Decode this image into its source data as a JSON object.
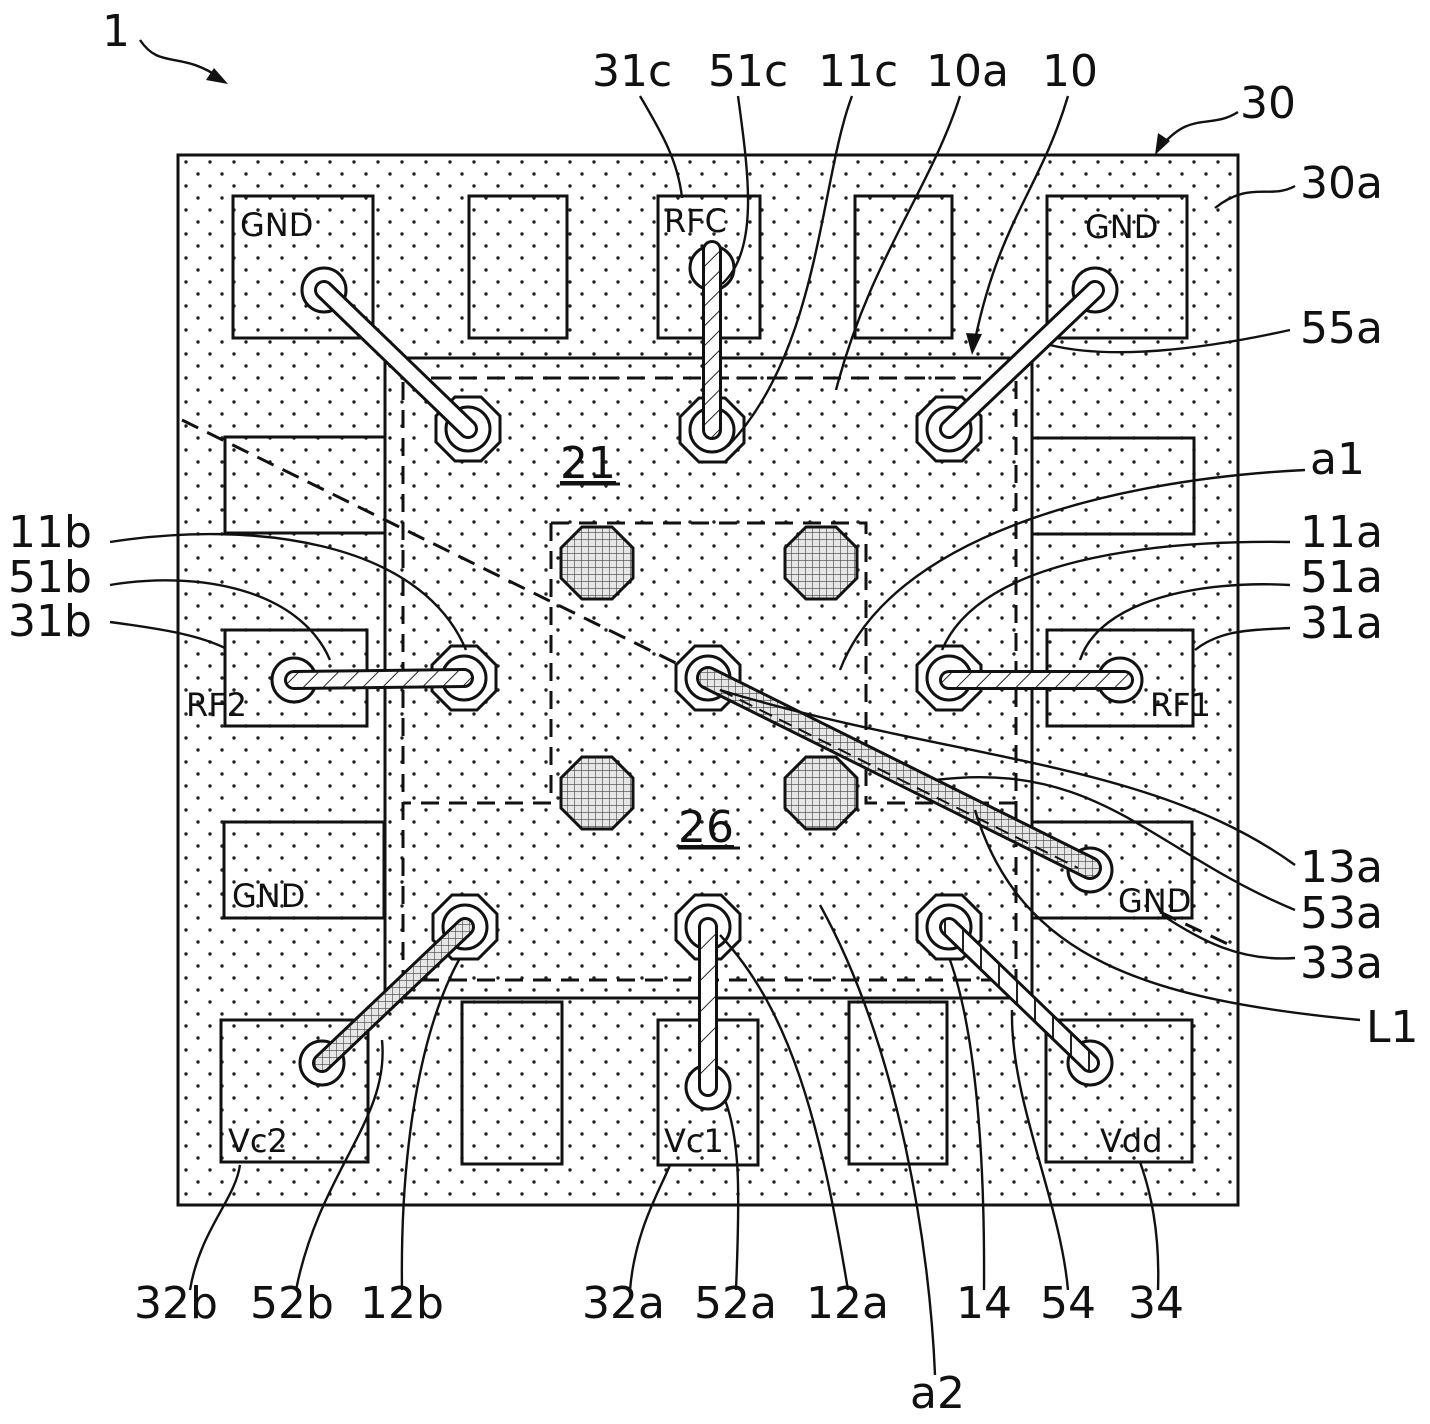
{
  "figure": {
    "labels": {
      "r1": "1",
      "r30": "30",
      "r30a": "30a",
      "r10": "10",
      "r10a": "10a",
      "r11c": "11c",
      "r51c": "51c",
      "r31c": "31c",
      "r55a": "55a",
      "ra1": "a1",
      "r11a": "11a",
      "r51a": "51a",
      "r31a": "31a",
      "r11b": "11b",
      "r51b": "51b",
      "r31b": "31b",
      "r13a": "13a",
      "r53a": "53a",
      "r33a": "33a",
      "rL1": "L1",
      "r32b": "32b",
      "r52b": "52b",
      "r12b": "12b",
      "r32a": "32a",
      "r52a": "52a",
      "r12a": "12a",
      "r14": "14",
      "r54": "54",
      "r34": "34",
      "ra2": "a2"
    },
    "pads": {
      "gnd_tl": "GND",
      "rfc": "RFC",
      "gnd_tr": "GND",
      "rf2": "RF2",
      "rf1": "RF1",
      "gnd_l": "GND",
      "gnd_r": "GND",
      "vc2": "Vc2",
      "vc1": "Vc1",
      "vdd": "Vdd"
    },
    "areas": {
      "a21": "21",
      "a26": "26"
    }
  }
}
